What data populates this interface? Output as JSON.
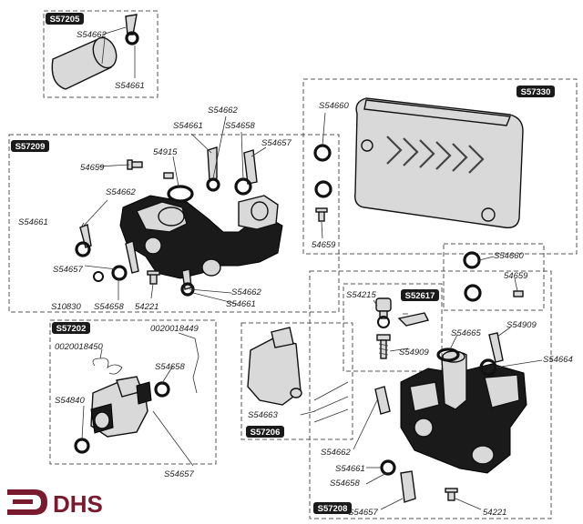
{
  "logo": {
    "text": "DHS",
    "color": "#7a1a2e"
  },
  "groups": {
    "g1": "S57205",
    "g2": "S57209",
    "g3": "S57330",
    "g4": "S52617",
    "g5": "S57202",
    "g6": "S57206",
    "g7": "S57208"
  },
  "parts": {
    "p1": "S54662",
    "p2": "S54661",
    "p3": "S54662",
    "p4": "S54661",
    "p5": "S54658",
    "p6": "S54657",
    "p7": "54915",
    "p8": "54659",
    "p9": "S54662",
    "p10": "S54661",
    "p11": "S54657",
    "p12": "S10830",
    "p13": "S54658",
    "p14": "54221",
    "p15": "S54662",
    "p16": "S54661",
    "p17": "S54660",
    "p18": "54659",
    "p19": "S54660",
    "p20": "54659",
    "p21": "S54215",
    "p22": "S54909",
    "p23": "S54665",
    "p24": "S54909",
    "p25": "S54664",
    "p26": "0020018449",
    "p27": "0020018450",
    "p28": "S54658",
    "p29": "S54840",
    "p30": "S54657",
    "p31": "S54663",
    "p32": "S54662",
    "p33": "S54661",
    "p34": "S54658",
    "p35": "S54657",
    "p36": "54221"
  }
}
